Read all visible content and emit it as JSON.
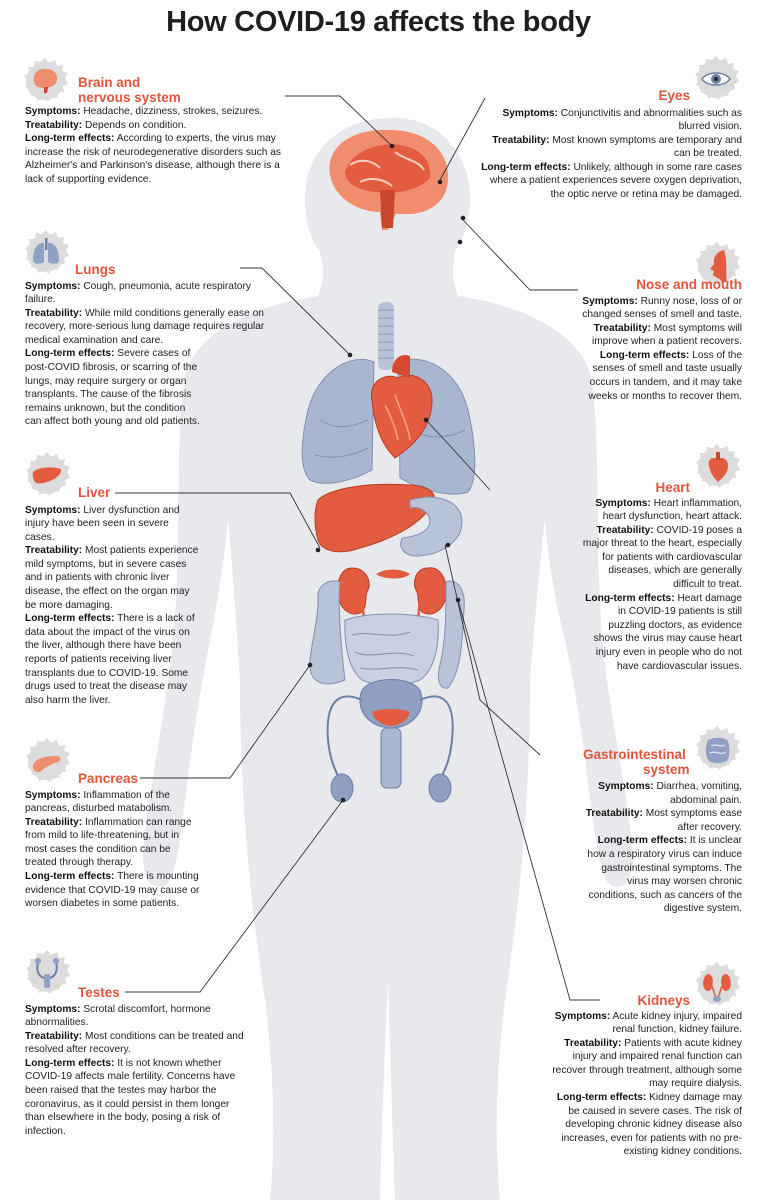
{
  "title": "How COVID-19 affects the body",
  "colors": {
    "accent": "#e2553a",
    "body": "#e9eaee",
    "organ_blue": "#a9b6d0",
    "organ_red": "#e35c3f",
    "badge": "#d9d9d9"
  },
  "sections": {
    "brain": {
      "title_1": "Brain and",
      "title_2": "nervous system",
      "symptoms_label": "Symptoms:",
      "symptoms": "Headache, dizziness, strokes, seizures.",
      "treatability_label": "Treatability:",
      "treatability": "Depends on condition.",
      "longterm_label": "Long-term effects:",
      "longterm": "According to experts, the virus may increase the risk of neurodegenerative disorders such as Alzheimer's and Parkinson's disease, although there is a lack of supporting evidence.",
      "icon": "brain-icon"
    },
    "eyes": {
      "title": "Eyes",
      "symptoms_label": "Symptoms:",
      "symptoms": "Conjunctivitis and abnormalities such as blurred vision.",
      "treatability_label": "Treatability:",
      "treatability": "Most known symptoms are temporary and can be treated.",
      "longterm_label": "Long-term effects:",
      "longterm": "Unlikely, although in some rare cases where a patient experiences severe oxygen deprivation, the optic nerve or retina may be damaged.",
      "icon": "eye-icon"
    },
    "lungs": {
      "title": "Lungs",
      "symptoms_label": "Symptoms:",
      "symptoms": "Cough, pneumonia, acute respiratory failure.",
      "treatability_label": "Treatability:",
      "treatability": "While mild conditions generally ease on recovery, more-serious lung damage requires regular medical examination and care.",
      "longterm_label": "Long-term effects:",
      "longterm": "Severe cases of post-COVID fibrosis, or scarring of the lungs, may require surgery or organ transplants. The cause of the fibrosis remains unknown, but the condition can affect both young and old patients.",
      "icon": "lungs-icon"
    },
    "nose": {
      "title": "Nose and mouth",
      "symptoms_label": "Symptoms:",
      "symptoms": "Runny nose, loss of or changed senses of smell and taste.",
      "treatability_label": "Treatability:",
      "treatability": "Most symptoms will improve when a patient recovers.",
      "longterm_label": "Long-term effects:",
      "longterm": "Loss of the senses of smell and taste usually occurs in tandem, and it may take weeks or months to recover them.",
      "icon": "face-profile-icon"
    },
    "liver": {
      "title": "Liver",
      "symptoms_label": "Symptoms:",
      "symptoms": "Liver dysfunction and injury have been seen in severe cases.",
      "treatability_label": "Treatability:",
      "treatability": "Most patients experience mild symptoms, but in severe cases and in patients with chronic liver disease, the effect on the organ may be more damaging.",
      "longterm_label": "Long-term effects:",
      "longterm": "There is a lack of data about the impact of the virus on the liver, although there have been reports of patients receiving liver transplants due to COVID-19. Some drugs used to treat the disease may also harm the liver.",
      "icon": "liver-icon"
    },
    "heart": {
      "title": "Heart",
      "symptoms_label": "Symptoms:",
      "symptoms": "Heart inflammation, heart dysfunction, heart attack.",
      "treatability_label": "Treatability:",
      "treatability": "COVID-19 poses a major threat to the heart, especially for patients with cardiovascular diseases, which are generally difficult to treat.",
      "longterm_label": "Long-term effects:",
      "longterm": "Heart damage in COVID-19 patients is still puzzling doctors, as evidence shows the virus may cause heart injury even in people who do not have cardiovascular issues.",
      "icon": "heart-icon"
    },
    "pancreas": {
      "title": "Pancreas",
      "symptoms_label": "Symptoms:",
      "symptoms": "Inflammation of the pancreas, disturbed matabolism.",
      "treatability_label": "Treatability:",
      "treatability": "Inflammation can range from mild to life-threatening, but in most cases the condition can be treated through therapy.",
      "longterm_label": "Long-term effects:",
      "longterm": "There is mounting evidence that COVID-19 may cause or worsen diabetes in some patients.",
      "icon": "pancreas-icon"
    },
    "gi": {
      "title_1": "Gastrointestinal",
      "title_2": "system",
      "symptoms_label": "Symptoms:",
      "symptoms": "Diarrhea, vomiting, abdominal pain.",
      "treatability_label": "Treatability:",
      "treatability": "Most symptoms ease after recovery.",
      "longterm_label": "Long-term effects:",
      "longterm": "It is unclear how a respiratory virus can induce gastrointestinal symptoms. The virus may worsen chronic conditions, such as cancers of the digestive system.",
      "icon": "intestine-icon"
    },
    "testes": {
      "title": "Testes",
      "symptoms_label": "Symptoms:",
      "symptoms": "Scrotal discomfort, hormone abnormalities.",
      "treatability_label": "Treatability:",
      "treatability": "Most conditions can be treated and resolved after recovery.",
      "longterm_label": "Long-term effects:",
      "longterm": "It is not known whether COVID-19 affects male fertility. Concerns have been raised that the testes may harbor the coronavirus, as it could persist in them longer than elsewhere in the body, posing a risk of infection.",
      "icon": "testes-icon"
    },
    "kidneys": {
      "title": "Kidneys",
      "symptoms_label": "Symptoms:",
      "symptoms": "Acute kidney injury, impaired renal function, kidney failure.",
      "treatability_label": "Treatability:",
      "treatability": "Patients with acute kidney injury and impaired renal function can recover through treatment, although some may require dialysis.",
      "longterm_label": "Long-term effects:",
      "longterm": "Kidney damage may be caused in severe cases. The risk of developing chronic kidney disease also increases, even for patients with no pre-existing kidney conditions.",
      "icon": "kidneys-icon"
    }
  }
}
